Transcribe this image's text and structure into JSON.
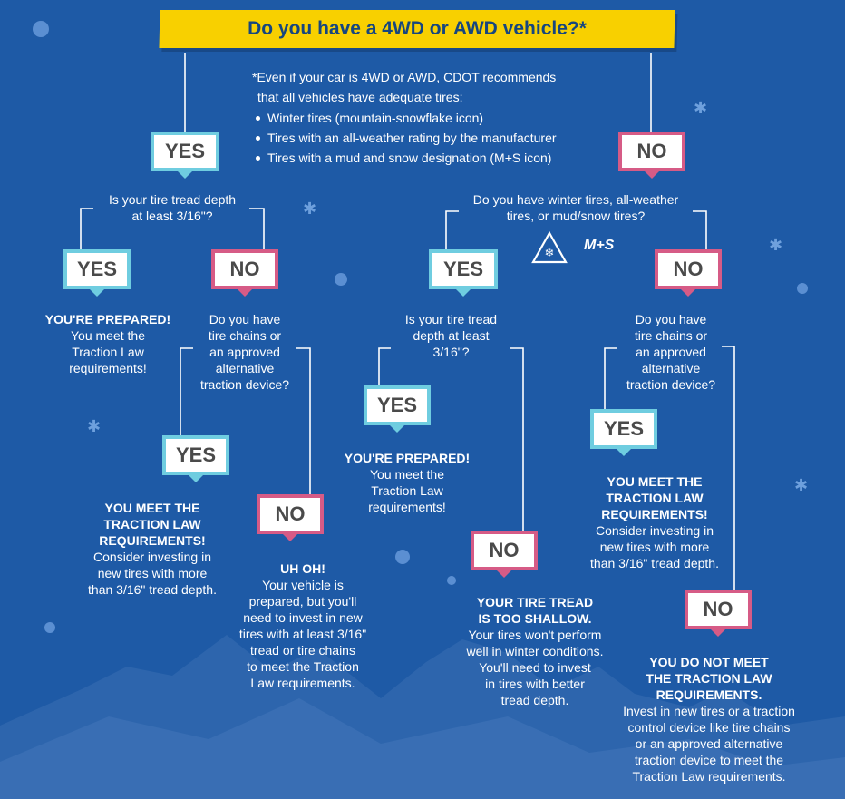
{
  "title": "Do you have a 4WD or AWD vehicle?*",
  "footnote": {
    "intro_line1": "*Even if your car is 4WD or AWD, CDOT recommends",
    "intro_line2": "that all vehicles have adequate tires:",
    "bullets": [
      "Winter tires (mountain-snowflake icon)",
      "Tires with an all-weather rating by the manufacturer",
      "Tires with a mud and snow designation (M+S icon)"
    ]
  },
  "labels": {
    "yes": "YES",
    "no": "NO"
  },
  "questions": {
    "tread_line1": "Is your tire tread depth",
    "tread_line2": "at least 3/16\"?",
    "winter_line1": "Do you have winter tires, all-weather",
    "winter_line2": "tires, or mud/snow tires?",
    "tread2_line1": "Is your tire tread",
    "tread2_line2": "depth at least",
    "tread2_line3": "3/16\"?",
    "chains_line1": "Do you have",
    "chains_line2": "tire chains or",
    "chains_line3": "an approved",
    "chains_line4": "alternative",
    "chains_line5": "traction device?"
  },
  "ms_icon_label": "M+S",
  "results": {
    "prepared_head": "YOU'RE PREPARED!",
    "prepared_body1": "You meet the",
    "prepared_body2": "Traction Law",
    "prepared_body3": "requirements!",
    "meet_head1": "YOU MEET THE",
    "meet_head2": "TRACTION LAW",
    "meet_head3": "REQUIREMENTS!",
    "meet_body1": "Consider investing in",
    "meet_body2": "new tires with more",
    "meet_body3": "than 3/16\" tread depth.",
    "uhoh_head": "UH OH!",
    "uhoh_body1": "Your vehicle is",
    "uhoh_body2": "prepared, but you'll",
    "uhoh_body3": "need to invest in new",
    "uhoh_body4": "tires with at least 3/16\"",
    "uhoh_body5": "tread or tire chains",
    "uhoh_body6": "to meet the Traction",
    "uhoh_body7": "Law requirements.",
    "shallow_head1": "YOUR TIRE TREAD",
    "shallow_head2": "IS TOO SHALLOW.",
    "shallow_body1": "Your tires won't perform",
    "shallow_body2": "well in winter conditions.",
    "shallow_body3": "You'll need to invest",
    "shallow_body4": "in tires with better",
    "shallow_body5": "tread depth.",
    "notmeet_head1": "YOU DO NOT MEET",
    "notmeet_head2": "THE TRACTION LAW",
    "notmeet_head3": "REQUIREMENTS.",
    "notmeet_body1": "Invest in new tires or a traction",
    "notmeet_body2": "control device like tire chains",
    "notmeet_body3": "or an approved alternative",
    "notmeet_body4": "traction device to meet the",
    "notmeet_body5": "Traction Law requirements."
  },
  "colors": {
    "background": "#1e5aa6",
    "banner": "#f8d000",
    "yes_border": "#6fcde0",
    "no_border": "#d65b86",
    "mountain": "#3b6fb3"
  }
}
